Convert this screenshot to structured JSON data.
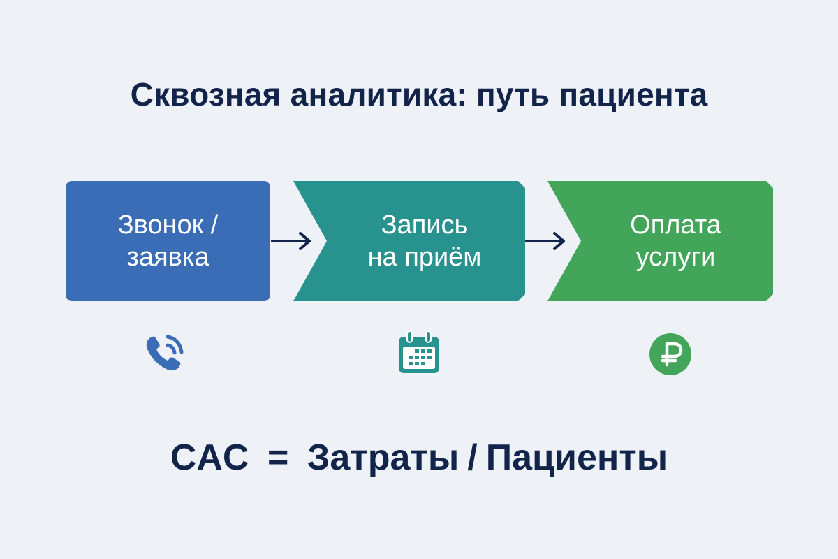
{
  "title": "Сквозная аналитика: путь пациента",
  "colors": {
    "background": "#eef2f6",
    "text_dark": "#13244a",
    "step1": "#3a6db5",
    "step2": "#27928e",
    "step3": "#43a559"
  },
  "steps": [
    {
      "line1": "Звонок /",
      "line2": "заявка",
      "icon": "phone-icon"
    },
    {
      "line1": "Запись",
      "line2": "на приём",
      "icon": "calendar-icon"
    },
    {
      "line1": "Оплата",
      "line2": "услуги",
      "icon": "ruble-icon"
    }
  ],
  "formula": {
    "left": "CAC",
    "equals": "=",
    "numerator": "Затраты",
    "divider": "/",
    "denominator": "Пациенты"
  }
}
